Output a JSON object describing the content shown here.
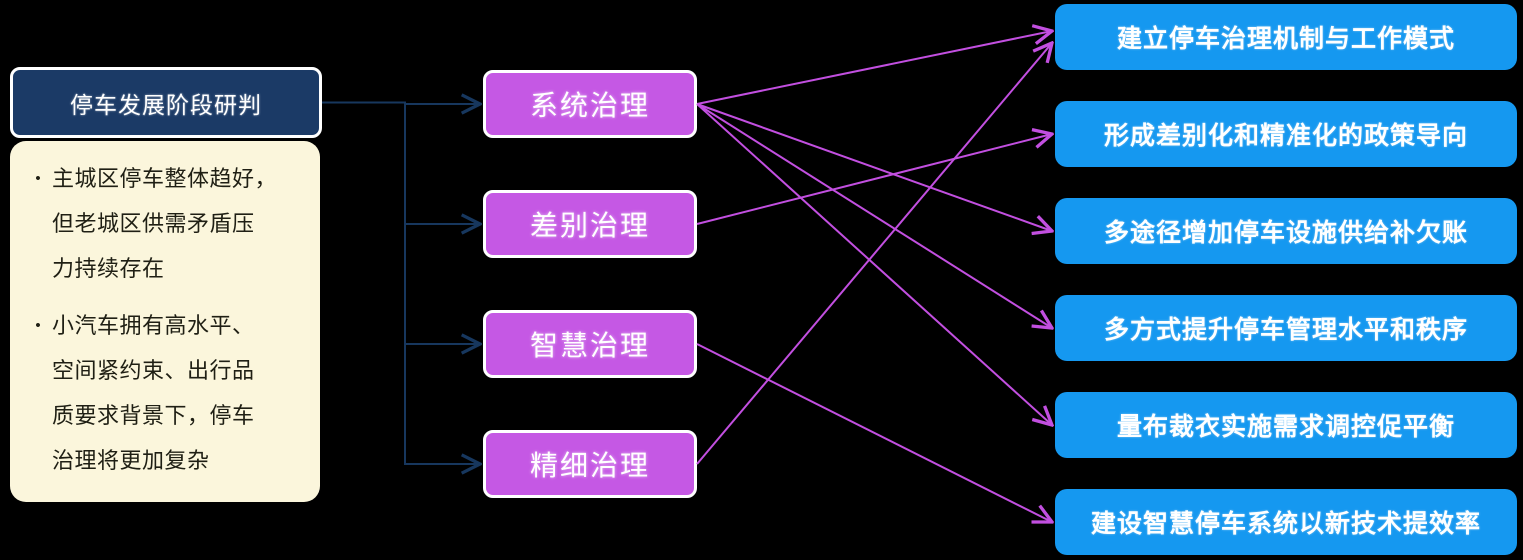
{
  "left_panel": {
    "title": "停车发展阶段研判",
    "bullet_char": "•",
    "bullets": [
      "主城区停车整体趋好，\n但老城区供需矛盾压\n力持续存在",
      "小汽车拥有高水平、\n空间紧约束、出行品\n质要求背景下，停车\n治理将更加复杂"
    ]
  },
  "middle_nodes": [
    {
      "id": "m0",
      "label": "系统治理"
    },
    {
      "id": "m1",
      "label": "差别治理"
    },
    {
      "id": "m2",
      "label": "智慧治理"
    },
    {
      "id": "m3",
      "label": "精细治理"
    }
  ],
  "right_nodes": [
    {
      "id": "r0",
      "label": "建立停车治理机制与工作模式"
    },
    {
      "id": "r1",
      "label": "形成差别化和精准化的政策导向"
    },
    {
      "id": "r2",
      "label": "多途径增加停车设施供给补欠账"
    },
    {
      "id": "r3",
      "label": "多方式提升停车管理水平和秩序"
    },
    {
      "id": "r4",
      "label": "量布裁衣实施需求调控促平衡"
    },
    {
      "id": "r5",
      "label": "建设智慧停车系统以新技术提效率"
    }
  ],
  "edges": {
    "navy": [
      [
        "root",
        "m0"
      ],
      [
        "root",
        "m1"
      ],
      [
        "root",
        "m2"
      ],
      [
        "root",
        "m3"
      ]
    ],
    "magenta": [
      [
        "m0",
        "r0"
      ],
      [
        "m0",
        "r2"
      ],
      [
        "m0",
        "r3"
      ],
      [
        "m0",
        "r4"
      ],
      [
        "m1",
        "r1"
      ],
      [
        "m2",
        "r5"
      ],
      [
        "m3",
        "r0"
      ]
    ]
  },
  "colors": {
    "background": "#000000",
    "navy_box_fill": "#1B3A66",
    "navy_line": "#17375E",
    "cream_fill": "#FBF6DC",
    "dark_text": "#1F1F14",
    "orchid_fill": "#C558E4",
    "magenta_line": "#C24FE0",
    "blue_fill": "#1598F0",
    "white": "#FFFFFF"
  }
}
